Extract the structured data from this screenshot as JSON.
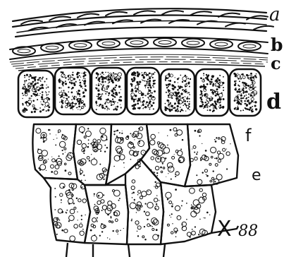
{
  "labels": {
    "a": "a",
    "b": "b",
    "c": "c",
    "d": "d",
    "f": "f",
    "e": "e"
  },
  "magnification": {
    "sign": "X",
    "value": "88"
  },
  "colors": {
    "ink": "#111111",
    "paper": "#ffffff"
  }
}
